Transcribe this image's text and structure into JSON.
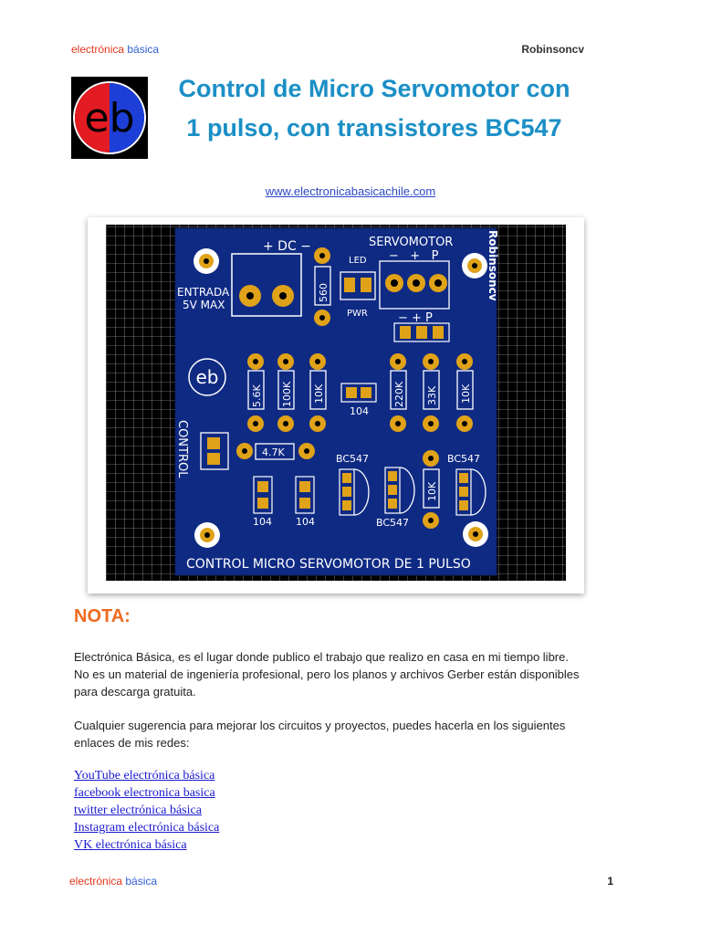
{
  "header": {
    "brand_word1": "electrónica",
    "brand_word2": "básica",
    "author": "Robinsoncv"
  },
  "logo": {
    "text": "eb"
  },
  "title": {
    "line1": "Control de Micro Servomotor con",
    "line2": "1 pulso, con transistores BC547"
  },
  "url": "www.electronicabasicachile.com",
  "pcb": {
    "dc": "+ DC −",
    "entrada_line1": "ENTRADA",
    "entrada_line2": "5V MAX",
    "r560": "560",
    "led": "LED",
    "pwr": "PWR",
    "servomotor": "SERVOMOTOR",
    "servo_pins": "−   +   P",
    "servo_pins2": "− + P",
    "author_vertical": "Robinsoncv",
    "logo": "eb",
    "resistors": [
      "5.6K",
      "100K",
      "10K",
      "220K",
      "33K",
      "10K"
    ],
    "cap_center": "104",
    "control": "CONTROL",
    "r47": "4.7K",
    "bc1": "BC547",
    "bc2": "BC547",
    "bc3": "BC547",
    "r10k_b": "10K",
    "cap1": "104",
    "cap2": "104",
    "footer": "CONTROL MICRO SERVOMOTOR DE 1 PULSO"
  },
  "nota": {
    "heading": "NOTA:",
    "paragraph1": "Electrónica Básica, es el lugar donde publico el trabajo que realizo en casa en mi tiempo libre. No es un material de ingeniería profesional, pero los planos y archivos Gerber están disponibles para descarga gratuita.",
    "paragraph2": "Cualquier sugerencia para mejorar los circuitos y proyectos, puedes hacerla en los siguientes enlaces de mis redes:"
  },
  "links": [
    "YouTube electrónica básica",
    "facebook electronica basica",
    "twitter electrónica básica",
    "Instagram electrónica básica",
    "VK electrónica básica"
  ],
  "footer": {
    "brand_word1": "electrónica",
    "brand_word2": "básica",
    "page": "1"
  },
  "colors": {
    "title": "#1b8fc6",
    "nota": "#f06a1f",
    "pcb_board": "#0f2a83",
    "pad": "#e0a218",
    "link": "#1a1ad0"
  }
}
